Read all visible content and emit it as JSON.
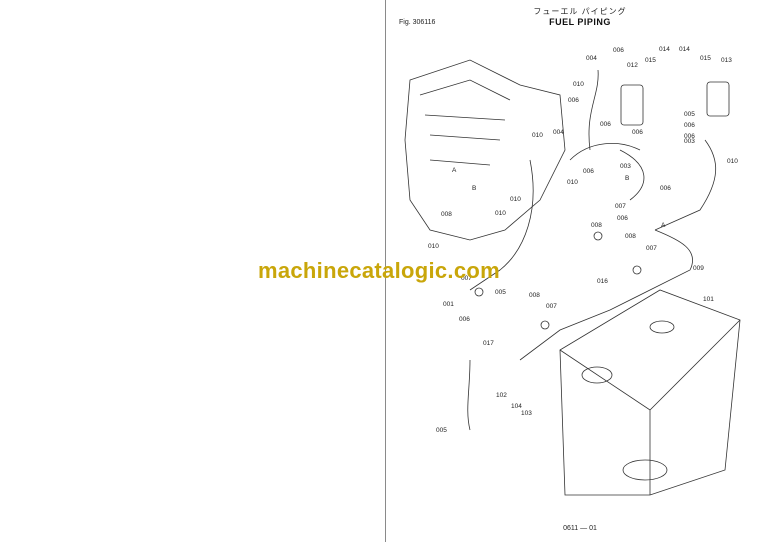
{
  "header": {
    "fig_ref": "Fig. 306116",
    "title_jp": "フューエル パイピング",
    "title_en": "FUEL PIPING"
  },
  "footer": {
    "page_number": "0611 — 01"
  },
  "watermark": {
    "text": "machinecatalogic.com",
    "color": "#c9a60a"
  },
  "diagram": {
    "part_labels": [
      "004",
      "010",
      "006",
      "006",
      "012",
      "015",
      "014",
      "014",
      "015",
      "013",
      "005",
      "006",
      "006",
      "003",
      "010",
      "010",
      "004",
      "006",
      "006",
      "003",
      "010",
      "006",
      "B",
      "007",
      "006",
      "006",
      "A",
      "A",
      "B",
      "010",
      "008",
      "008",
      "010",
      "010",
      "008",
      "007",
      "009",
      "007",
      "005",
      "001",
      "006",
      "016",
      "008",
      "007",
      "101",
      "017",
      "102",
      "104",
      "103",
      "005"
    ]
  }
}
